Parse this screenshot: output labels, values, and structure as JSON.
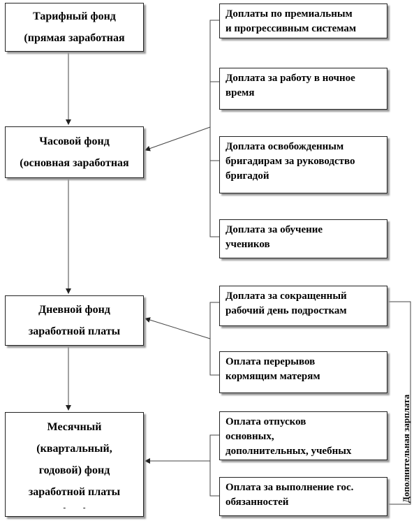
{
  "left_boxes": [
    {
      "lines": [
        "Тарифный фонд",
        "(прямая заработная"
      ]
    },
    {
      "lines": [
        "Часовой фонд",
        "(основная заработная"
      ]
    },
    {
      "lines": [
        "Дневной фонд",
        "заработной платы"
      ]
    },
    {
      "lines": [
        "Месячный",
        "(квартальный,",
        "годовой) фонд",
        "заработной платы",
        "-         -"
      ]
    }
  ],
  "right_boxes": [
    {
      "lines": [
        "Доплаты по премиальным",
        "и прогрессивным системам"
      ]
    },
    {
      "lines": [
        "Доплата за работу в ночное",
        "время"
      ]
    },
    {
      "lines": [
        "Доплата освобожденным",
        "бригадирам за руководство",
        "бригадой"
      ]
    },
    {
      "lines": [
        "Доплата за обучение",
        "учеников"
      ]
    },
    {
      "lines": [
        "Доплата за сокращенный",
        "рабочий день подросткам"
      ]
    },
    {
      "lines": [
        "Оплата перерывов",
        "кормящим матерям"
      ]
    },
    {
      "lines": [
        "Оплата отпусков",
        "основных,",
        "дополнительных, учебных"
      ]
    },
    {
      "lines": [
        "Оплата за выполнение гос.",
        "обязанностей"
      ]
    }
  ],
  "side_label": "Дополнительная зарплата"
}
